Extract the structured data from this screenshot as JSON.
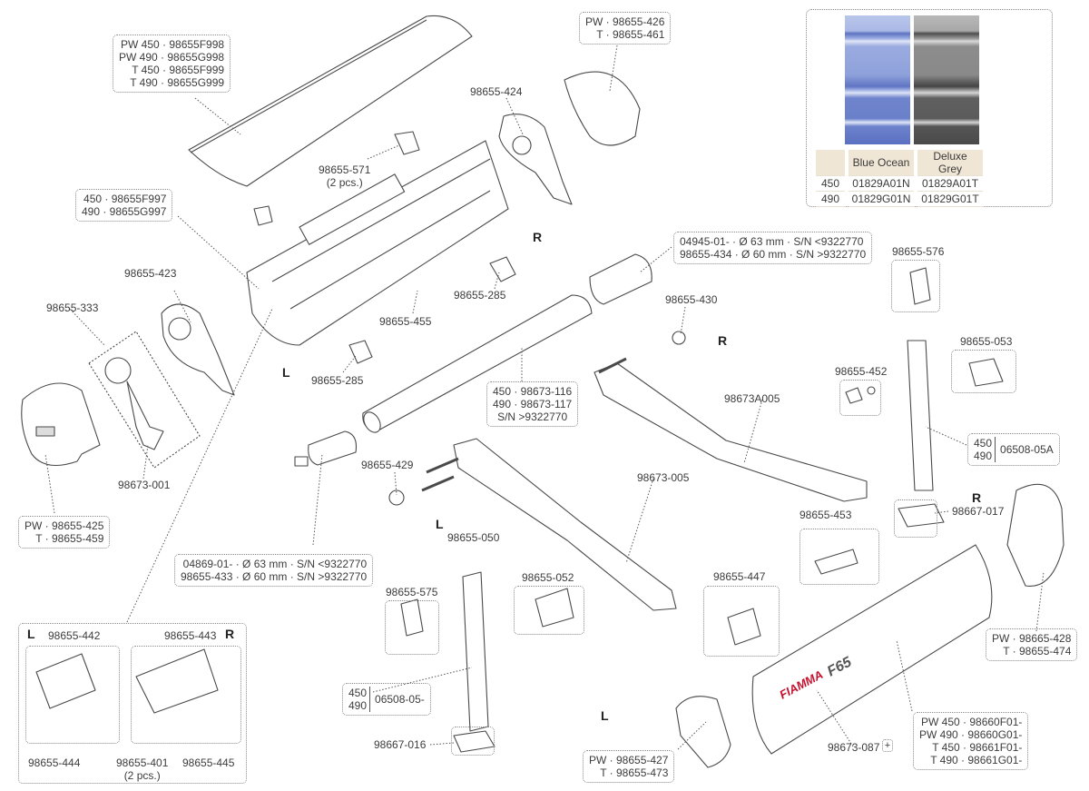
{
  "diagram": {
    "title": "Fiamma F65 awning exploded parts diagram",
    "brand": "FIAMMA",
    "model": "F65",
    "sides": {
      "left": "L",
      "right": "R"
    }
  },
  "fabric_table": {
    "headers": [
      "",
      "Blue Ocean",
      "Deluxe Grey"
    ],
    "rows": [
      [
        "450",
        "01829A01N",
        "01829A01T"
      ],
      [
        "490",
        "01829G01N",
        "01829G01T"
      ]
    ],
    "swatches": [
      {
        "name": "Blue Ocean",
        "color": "#7b8fd3"
      },
      {
        "name": "Deluxe Grey",
        "color": "#7a7a7a"
      }
    ]
  },
  "callouts": {
    "top_cover": [
      "PW 450 · 98655F998",
      "PW 490 · 98655G998",
      "T 450 · 98655F999",
      "T 490 · 98655G999"
    ],
    "right_cap_top": [
      "PW · 98655-426",
      "T · 98655-461"
    ],
    "end_plate_right": "98655-424",
    "clip_571": [
      "98655-571",
      "(2 pcs.)"
    ],
    "case_body": [
      "450 · 98655F997",
      "490 · 98655G997"
    ],
    "end_plate_left": "98655-423",
    "crank_adapter": "98655-333",
    "clip_455": "98655-455",
    "clip_285_a": "98655-285",
    "clip_285_b": "98655-285",
    "roller_end_right": [
      "04945-01- · Ø 63 mm · S/N <9322770",
      "98655-434 · Ø 60 mm · S/N >9322770"
    ],
    "spring_430": "98655-430",
    "bracket_576": "98655-576",
    "bracket_053": "98655-053",
    "knob_452": "98655-452",
    "arm_right": "98673A005",
    "roller_tube": [
      "450 · 98673-116",
      "490 · 98673-117",
      "S/N >9322770"
    ],
    "crank_eye": "98673-001",
    "left_cap": [
      "PW · 98655-425",
      "T · 98655-459"
    ],
    "roller_end_left": [
      "04869-01- · Ø 63 mm · S/N <9322770",
      "98655-433 · Ø 60 mm · S/N >9322770"
    ],
    "spring_429": "98655-429",
    "arm_left": "98673-005",
    "leg_right": {
      "sizes": [
        "450",
        "490"
      ],
      "code": "06508-05A"
    },
    "foot_right": "98667-017",
    "leg_slider_453": "98655-453",
    "right_front_cap": [
      "PW · 98665-428",
      "T · 98655-474"
    ],
    "leg_top_050": "98655-050",
    "bracket_052": "98655-052",
    "bracket_575": "98655-575",
    "clip_447": "98655-447",
    "leg_left": {
      "sizes": [
        "450",
        "490"
      ],
      "code": "06508-05-"
    },
    "foot_left": "98667-016",
    "front_rail": [
      "PW 450 · 98660F01-",
      "PW 490 · 98660G01-",
      "T 450 · 98661F01-",
      "T 490 · 98661G01-"
    ],
    "logo_sticker": "98673-087",
    "left_front_cap": [
      "PW · 98655-427",
      "T · 98655-473"
    ],
    "hinge_kit": {
      "left_side": "L",
      "right_side": "R",
      "left_label": "98655-442",
      "right_label": "98655-443",
      "part_444": "98655-444",
      "part_401": [
        "98655-401",
        "(2 pcs.)"
      ],
      "part_445": "98655-445"
    }
  },
  "colors": {
    "line": "#4a4a4a",
    "leader": "#555555",
    "brand_red": "#c8102e",
    "panel_header": "#efe6d5"
  }
}
